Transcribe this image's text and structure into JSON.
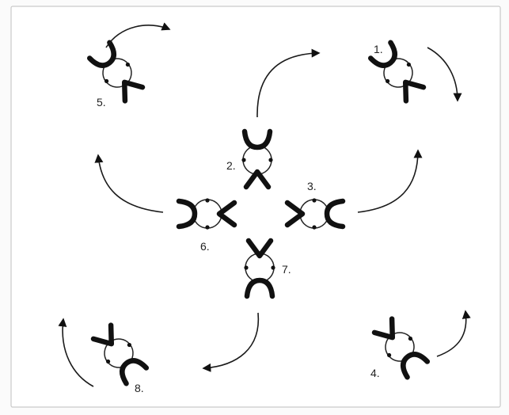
{
  "labels": {
    "n1": "1.",
    "n2": "2.",
    "n3": "3.",
    "n4": "4.",
    "n5": "5.",
    "n6": "6.",
    "n7": "7.",
    "n8": "8."
  },
  "colors": {
    "ink": "#111111",
    "frame": "#c9c9c9",
    "background": "#ffffff"
  }
}
